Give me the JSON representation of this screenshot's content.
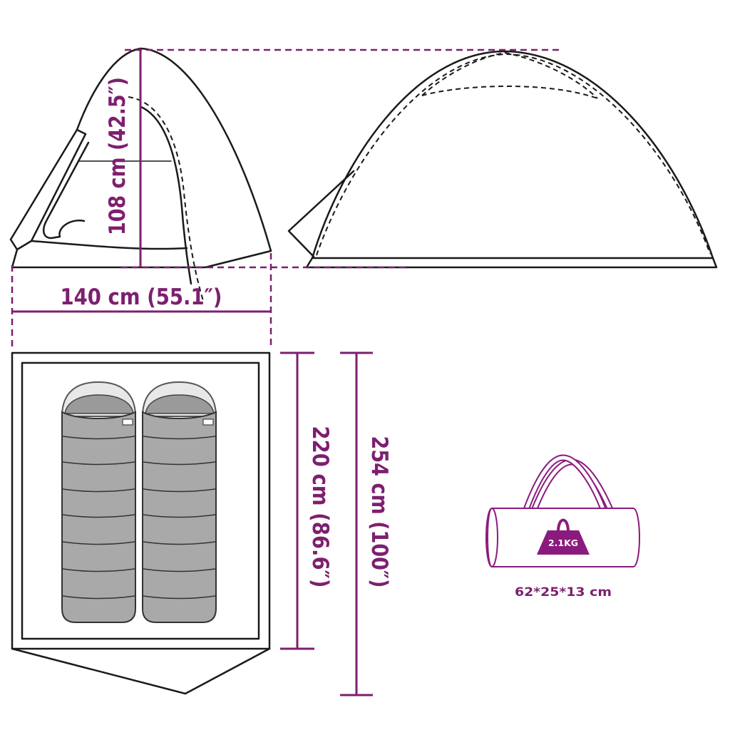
{
  "dimensions": {
    "height": "108 cm (42.5″)",
    "width": "140 cm (55.1″)",
    "floor_length": "220 cm (86.6″)",
    "total_length": "254 cm (100″)"
  },
  "carry_bag": {
    "weight": "2.1KG",
    "size": "62*25*13 cm"
  },
  "colors": {
    "dimension": "#7d1f6f",
    "accent": "#8b1a7e",
    "outline": "#1a1a1a",
    "sleeping_bag": "#a9a9a9"
  }
}
